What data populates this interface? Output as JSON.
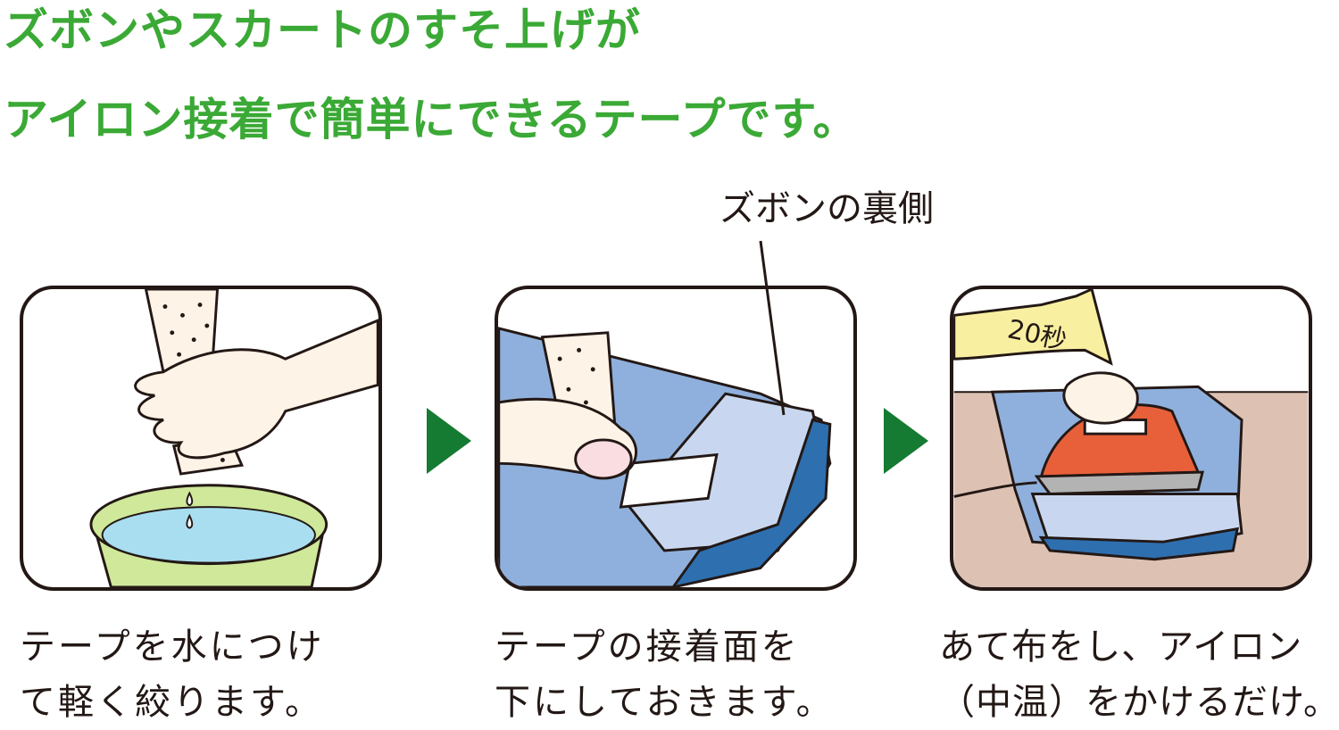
{
  "headline": {
    "line1": "ズボンやスカートのすそ上げが",
    "line2": "アイロン接着で簡単にできるテープです。"
  },
  "callout": {
    "label": "ズボンの裏側"
  },
  "steps": [
    {
      "caption_line1": "テープを水につけ",
      "caption_line2": "て軽く絞ります。"
    },
    {
      "caption_line1": "テープの接着面を",
      "caption_line2": "下にしておきます。"
    },
    {
      "caption_line1": "あて布をし、アイロン",
      "caption_line2": "（中温）をかけるだけ。",
      "timer_label": "20秒"
    }
  ],
  "colors": {
    "headline": "#3aa935",
    "step_arrow": "#157a32",
    "water": "#a8def0",
    "bucket": "#cfe89a",
    "trouser": "#8fb0dc",
    "trouser_dark": "#2e6fb0",
    "iron": "#e8603a",
    "board": "#ddc2b4",
    "timer_arrow": "#f8f0a0",
    "skin": "#fdf3e6"
  },
  "icons": [
    "step-arrow-icon",
    "step-arrow-icon"
  ]
}
